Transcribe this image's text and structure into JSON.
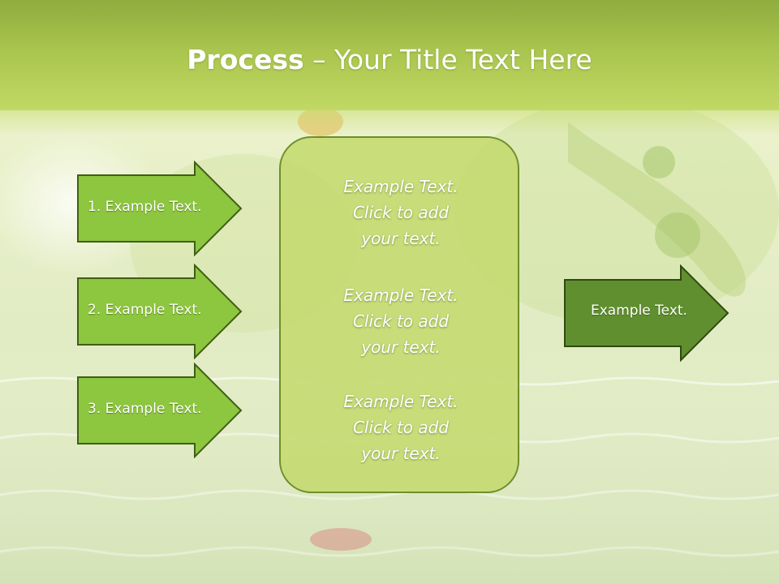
{
  "slide": {
    "title_bold": "Process",
    "title_rest": " – Your Title Text Here"
  },
  "left_arrows": [
    {
      "label": "1. Example Text."
    },
    {
      "label": "2. Example Text."
    },
    {
      "label": "3. Example Text."
    }
  ],
  "center_box": {
    "items": [
      {
        "line1": "Example Text.",
        "line2": "Click  to add",
        "line3": "your text."
      },
      {
        "line1": "Example Text.",
        "line2": "Click  to add",
        "line3": "your text."
      },
      {
        "line1": "Example Text.",
        "line2": "Click  to add",
        "line3": "your text."
      }
    ]
  },
  "right_arrow": {
    "label": "Example Text."
  },
  "colors": {
    "title_band": "#a9c54e",
    "arrow_fill": "#8dc63f",
    "arrow_stroke": "#3f5f14",
    "right_arrow_fill": "#5f8f2e",
    "box_fill": "#c4d96e",
    "box_stroke": "#6e8f2a"
  }
}
